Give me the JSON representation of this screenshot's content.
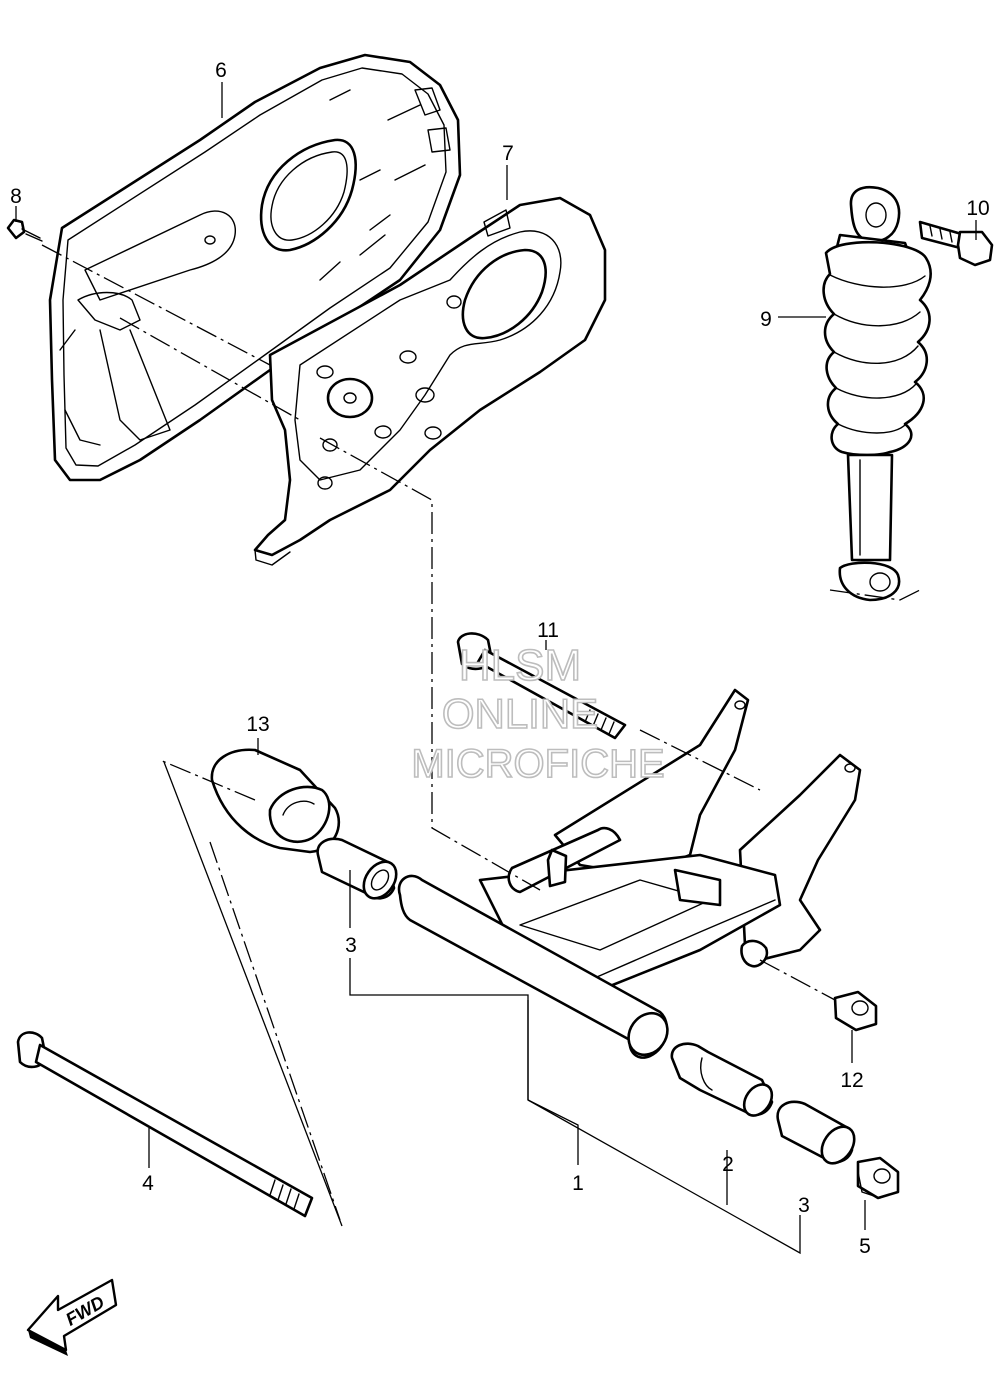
{
  "diagram": {
    "callouts": [
      {
        "id": "1",
        "label": "1"
      },
      {
        "id": "2",
        "label": "2"
      },
      {
        "id": "3a",
        "label": "3"
      },
      {
        "id": "3b",
        "label": "3"
      },
      {
        "id": "4",
        "label": "4"
      },
      {
        "id": "5",
        "label": "5"
      },
      {
        "id": "6",
        "label": "6"
      },
      {
        "id": "7",
        "label": "7"
      },
      {
        "id": "8",
        "label": "8"
      },
      {
        "id": "9",
        "label": "9"
      },
      {
        "id": "10",
        "label": "10"
      },
      {
        "id": "11",
        "label": "11"
      },
      {
        "id": "12",
        "label": "12"
      },
      {
        "id": "13",
        "label": "13"
      }
    ],
    "watermark": [
      "HLSM",
      "ONLINE",
      "MICROFICHE"
    ],
    "direction_badge": "FWD"
  }
}
